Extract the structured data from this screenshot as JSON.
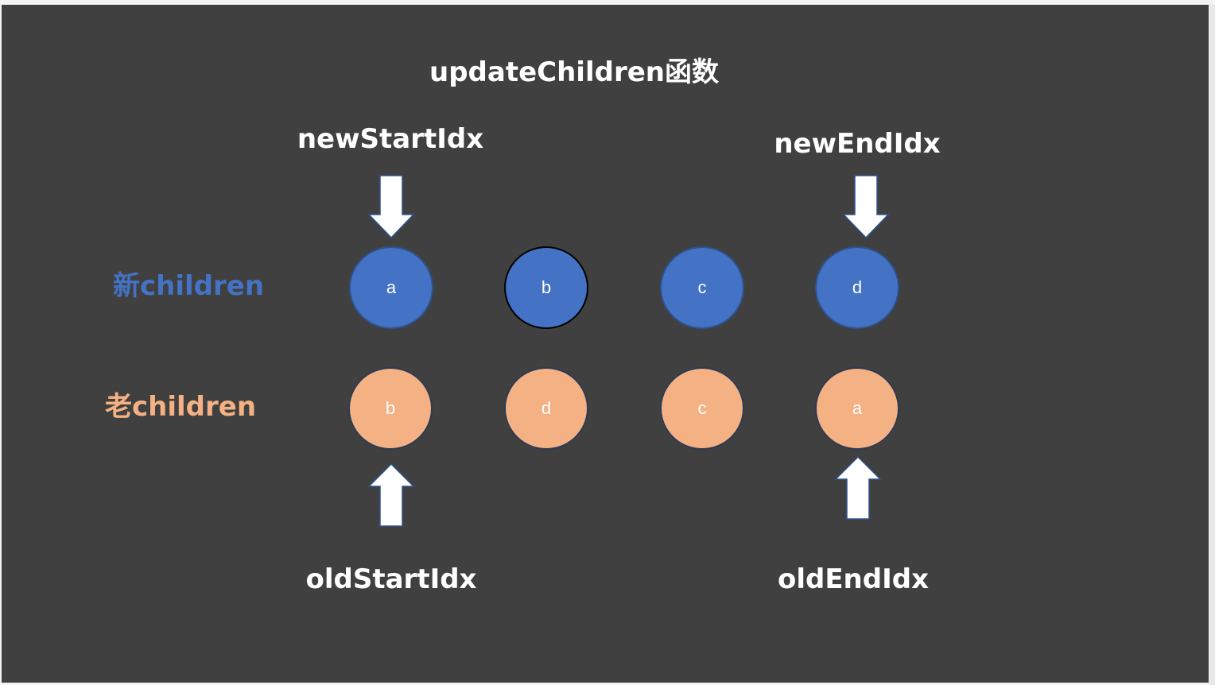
{
  "title": "updateChildren函数",
  "pointers": {
    "new_start": "newStartIdx",
    "new_end": "newEndIdx",
    "old_start": "oldStartIdx",
    "old_end": "oldEndIdx"
  },
  "rows": {
    "new": {
      "label": "新children",
      "color": "#4472c4",
      "nodes": [
        "a",
        "b",
        "c",
        "d"
      ]
    },
    "old": {
      "label": "老children",
      "color": "#f4b183",
      "nodes": [
        "b",
        "d",
        "c",
        "a"
      ]
    }
  }
}
